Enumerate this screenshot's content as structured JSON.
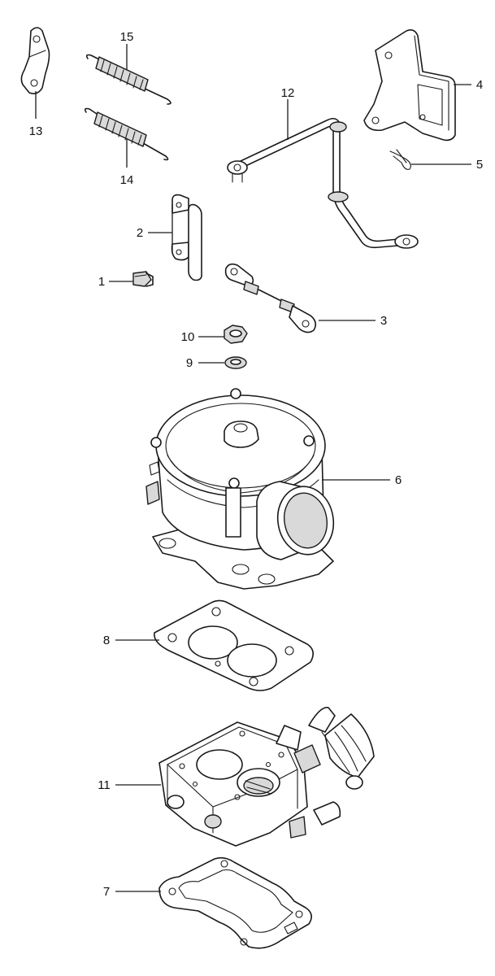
{
  "callouts": [
    {
      "id": "13",
      "text": "13"
    },
    {
      "id": "15",
      "text": "15"
    },
    {
      "id": "14",
      "text": "14"
    },
    {
      "id": "12",
      "text": "12"
    },
    {
      "id": "4",
      "text": "4"
    },
    {
      "id": "5",
      "text": "5"
    },
    {
      "id": "2",
      "text": "2"
    },
    {
      "id": "1",
      "text": "1"
    },
    {
      "id": "3",
      "text": "3"
    },
    {
      "id": "10",
      "text": "10"
    },
    {
      "id": "9",
      "text": "9"
    },
    {
      "id": "6",
      "text": "6"
    },
    {
      "id": "8",
      "text": "8"
    },
    {
      "id": "11",
      "text": "11"
    },
    {
      "id": "7",
      "text": "7"
    }
  ]
}
